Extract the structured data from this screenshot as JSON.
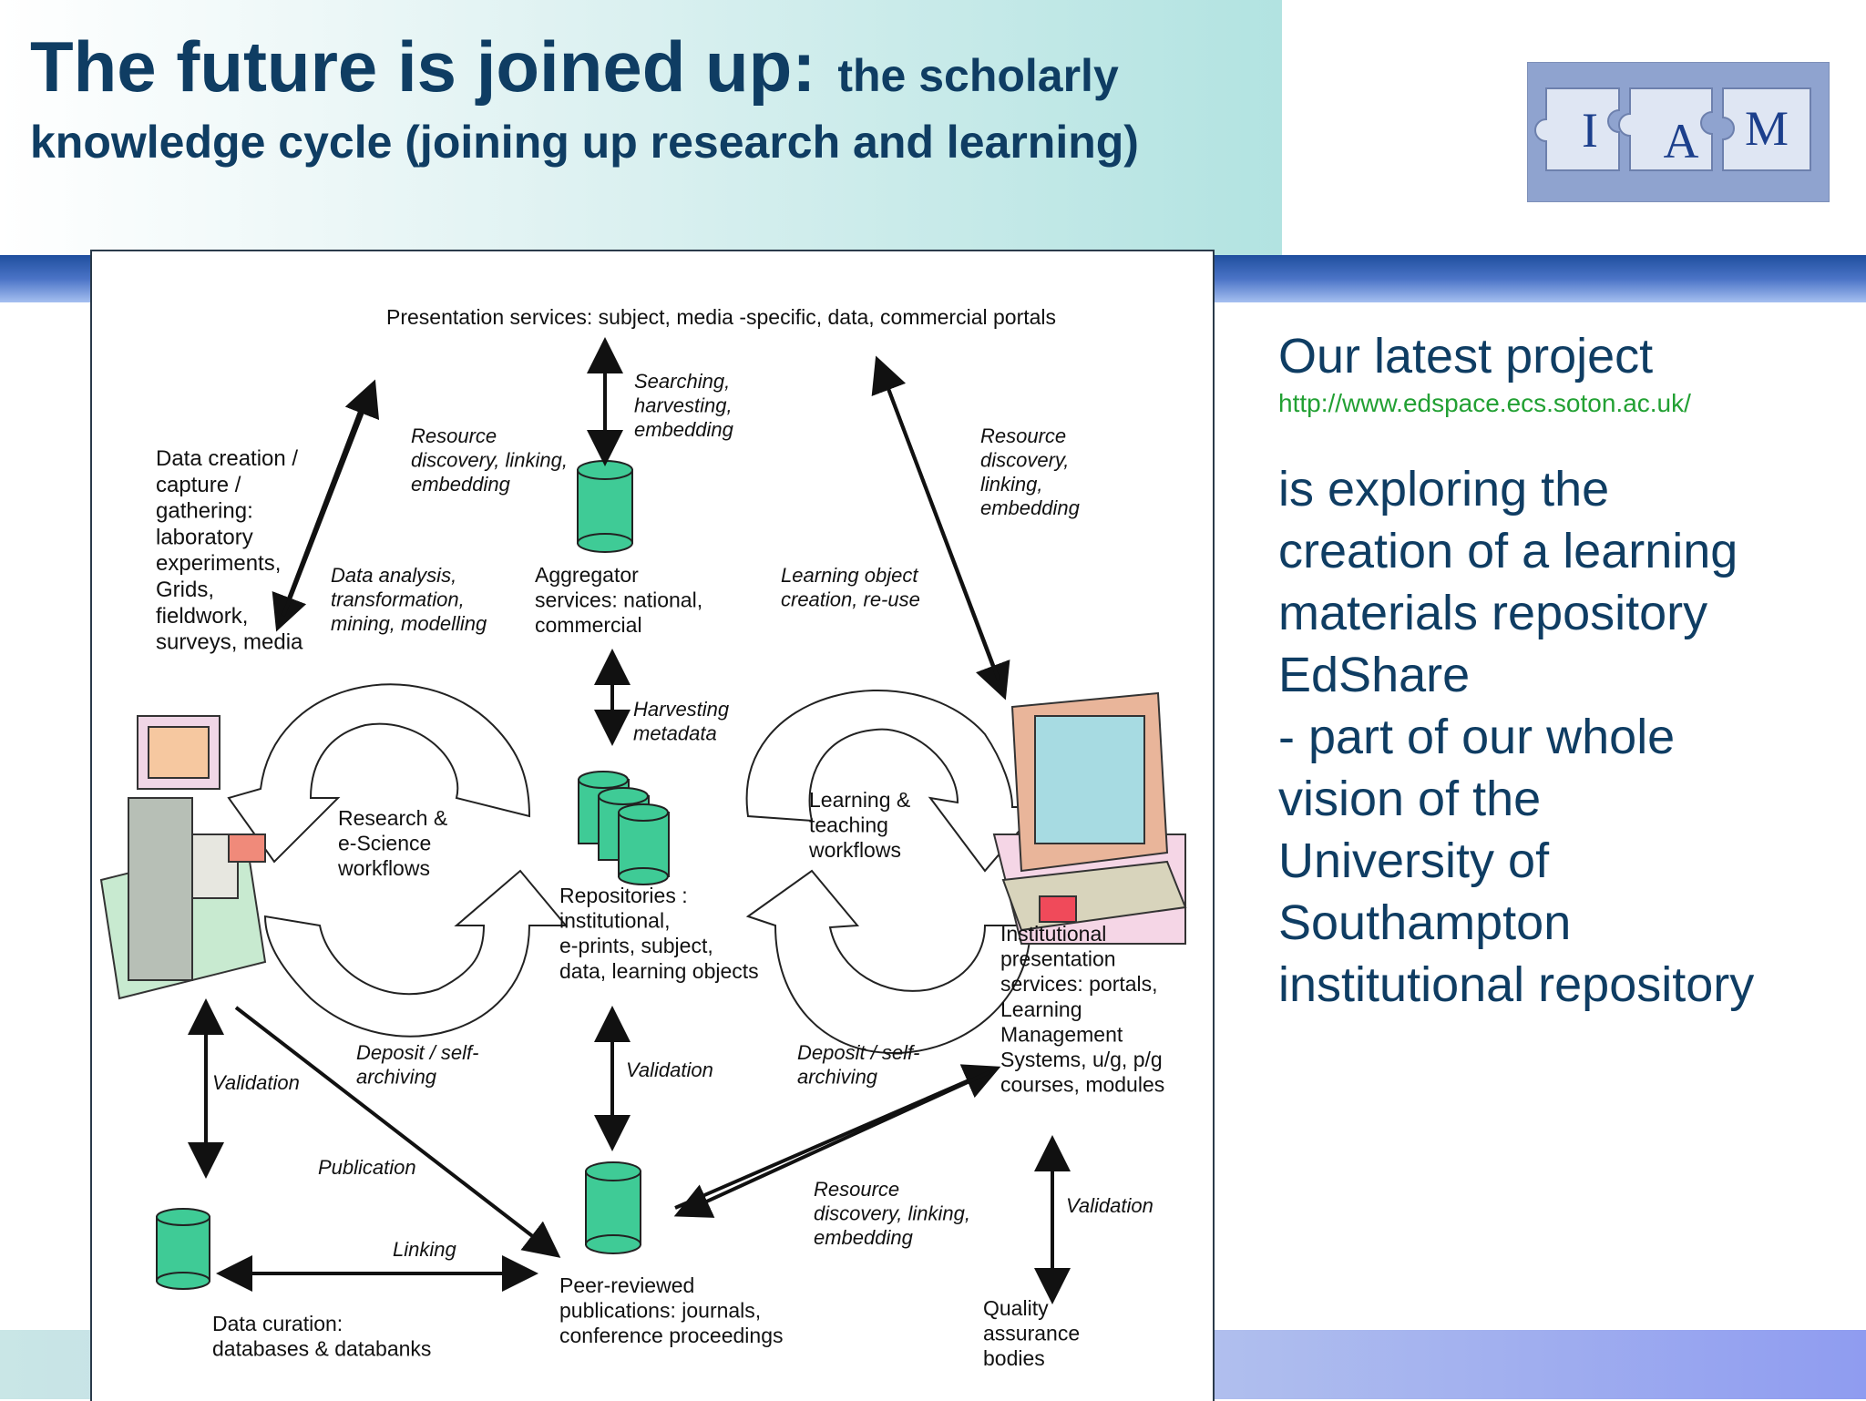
{
  "header": {
    "title_main": "The future is joined up:",
    "title_sub_1": "the scholarly",
    "title_sub_2": "knowledge cycle (joining up research and learning)"
  },
  "logo": {
    "letters": [
      "I",
      "A",
      "M"
    ]
  },
  "side": {
    "project_heading": "Our latest project",
    "url": "http://www.edspace.ecs.soton.ac.uk/",
    "body": "is exploring the\ncreation of a learning\nmaterials repository\nEdShare\n - part of our whole\nvision of the\n University of\nSouthampton\ninstitutional repository"
  },
  "diagram": {
    "presentation_services": "Presentation services: subject, media -specific, data, commercial portals",
    "searching": [
      "Searching,",
      "harvesting,",
      "embedding"
    ],
    "resource_left": [
      "Resource",
      "discovery, linking,",
      "embedding"
    ],
    "resource_right": [
      "Resource",
      "discovery,",
      "linking,",
      "embedding"
    ],
    "data_creation": [
      "Data creation /",
      "capture /",
      "gathering:",
      "laboratory",
      "experiments,",
      "Grids,",
      "fieldwork,",
      "surveys, media"
    ],
    "data_analysis": [
      "Data analysis,",
      "transformation,",
      "mining, modelling"
    ],
    "aggregator": [
      "Aggregator",
      "services: national,",
      "commercial"
    ],
    "learning_object": [
      "Learning object",
      "creation, re-use"
    ],
    "harvesting_metadata": [
      "Harvesting",
      "metadata"
    ],
    "research_workflows": [
      "Research &",
      "e-Science",
      "workflows"
    ],
    "learning_workflows": [
      "Learning &",
      "teaching",
      "workflows"
    ],
    "repositories": [
      "Repositories :",
      "institutional,",
      "e-prints, subject,",
      "data, learning objects"
    ],
    "institutional_presentation": [
      "Institutional",
      "presentation",
      "services: portals,",
      "Learning",
      "Management",
      "Systems, u/g, p/g",
      "courses, modules"
    ],
    "validation_left": "Validation",
    "validation_mid": "Validation",
    "validation_right": "Validation",
    "deposit_left": [
      "Deposit / self-",
      "archiving"
    ],
    "deposit_right": [
      "Deposit / self-",
      "archiving"
    ],
    "publication": "Publication",
    "linking": "Linking",
    "resource_bottom": [
      "Resource",
      "discovery, linking,",
      "embedding"
    ],
    "data_curation": [
      "Data curation:",
      "databases & databanks"
    ],
    "peer_reviewed": [
      "Peer-reviewed",
      "publications: journals,",
      "conference proceedings"
    ],
    "quality": [
      "Quality",
      "assurance",
      "bodies"
    ]
  }
}
